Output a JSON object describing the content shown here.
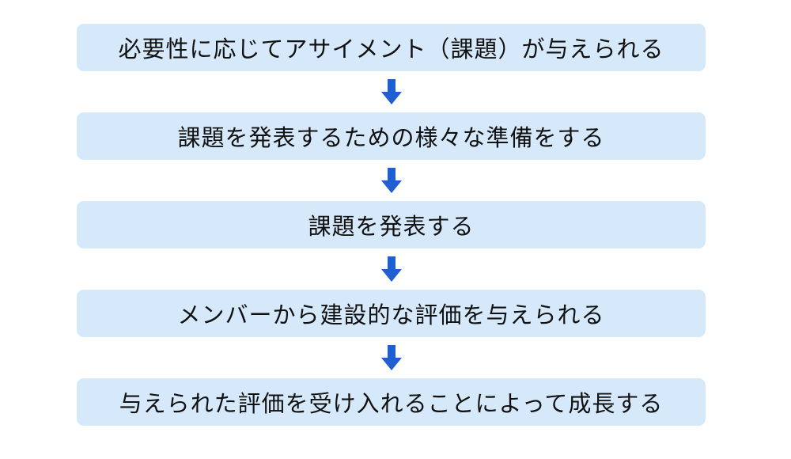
{
  "steps": [
    "必要性に応じてアサイメント（課題）が与えられる",
    "課題を発表するための様々な準備をする",
    "課題を発表する",
    "メンバーから建設的な評価を与えられる",
    "与えられた評価を受け入れることによって成長する"
  ],
  "arrow_icon": "arrow-down-icon",
  "colors": {
    "box_fill": "#d6e9fb",
    "arrow": "#1f5fd0",
    "text": "#111111"
  }
}
